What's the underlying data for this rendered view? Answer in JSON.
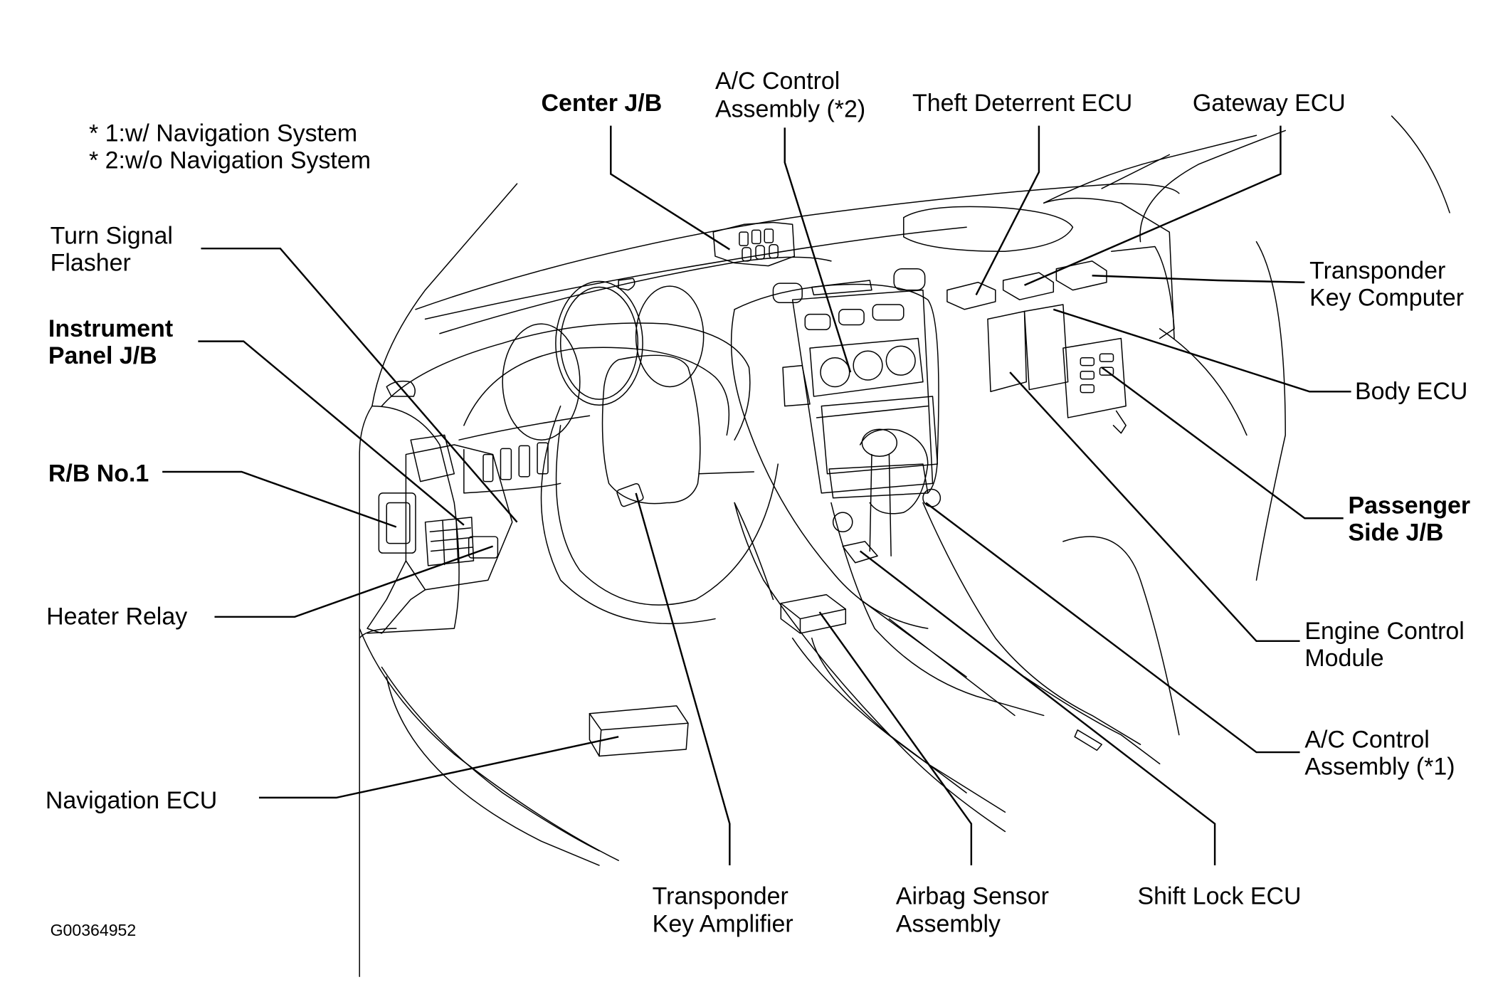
{
  "diagram": {
    "title": "Instrument panel component locations",
    "footnotes": [
      "* 1:w/ Navigation System",
      "* 2:w/o Navigation System"
    ],
    "figure_code": "G00364952",
    "labels": {
      "center_jb": "Center J/B",
      "ac_control_2": [
        "A/C Control",
        "Assembly (*2)"
      ],
      "theft_deterrent_ecu": "Theft Deterrent ECU",
      "gateway_ecu": "Gateway ECU",
      "turn_signal_flasher": [
        "Turn Signal",
        "Flasher"
      ],
      "instrument_panel_jb": [
        "Instrument",
        "Panel J/B"
      ],
      "rb_no1": "R/B No.1",
      "heater_relay": "Heater Relay",
      "navigation_ecu": "Navigation ECU",
      "transponder_key_computer": [
        "Transponder",
        "Key Computer"
      ],
      "body_ecu": "Body ECU",
      "passenger_side_jb": [
        "Passenger",
        "Side J/B"
      ],
      "engine_control_module": [
        "Engine Control",
        "Module"
      ],
      "ac_control_1": [
        "A/C Control",
        "Assembly (*1)"
      ],
      "transponder_key_amplifier": [
        "Transponder",
        "Key Amplifier"
      ],
      "airbag_sensor_assembly": [
        "Airbag Sensor",
        "Assembly"
      ],
      "shift_lock_ecu": "Shift Lock ECU"
    }
  }
}
